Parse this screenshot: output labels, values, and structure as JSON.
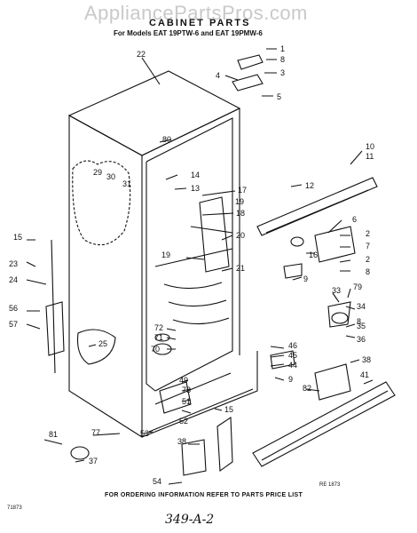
{
  "watermark": "AppliancePartsPros.com",
  "title": "CABINET PARTS",
  "subtitle": "For Models EAT 19PTW-6 and EAT 19PMW-6",
  "footer": "FOR ORDERING INFORMATION REFER TO PARTS PRICE LIST",
  "doc_code_left": "71873",
  "doc_code_right": "RE 1873",
  "handwritten_note": "349-A-2",
  "callouts": [
    "1",
    "8",
    "3",
    "4",
    "5",
    "22",
    "80",
    "10",
    "11",
    "12",
    "29",
    "30",
    "31",
    "14",
    "13",
    "17",
    "19",
    "18",
    "6",
    "2",
    "7",
    "16",
    "2",
    "8",
    "20",
    "15",
    "23",
    "24",
    "19",
    "21",
    "9",
    "56",
    "57",
    "33",
    "79",
    "34",
    "8",
    "35",
    "36",
    "72",
    "71",
    "70",
    "25",
    "46",
    "45",
    "44",
    "9",
    "49",
    "73",
    "51",
    "38",
    "41",
    "82",
    "52",
    "15",
    "77",
    "53",
    "38",
    "81",
    "37",
    "54"
  ]
}
